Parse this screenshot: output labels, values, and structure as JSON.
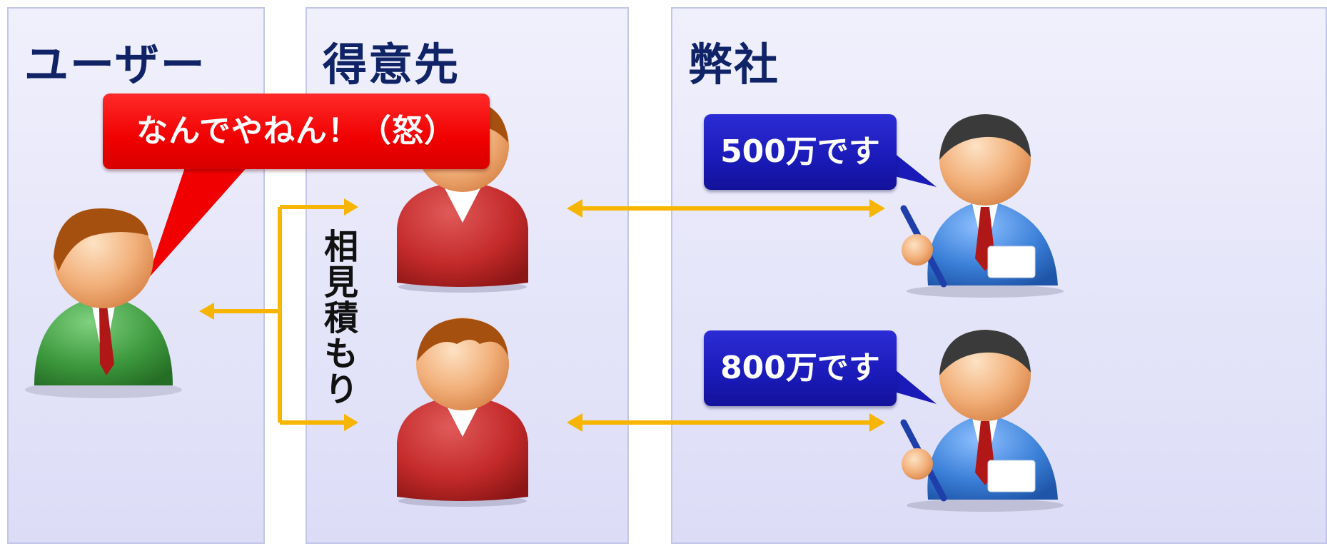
{
  "columns": [
    {
      "title": "ユーザー"
    },
    {
      "title": "得意先"
    },
    {
      "title": "弊社"
    }
  ],
  "user_speech": "なんでやねん！（怒）",
  "quotes": [
    {
      "text": "500万です"
    },
    {
      "text": "800万です"
    }
  ],
  "connector_label": "相見積もり",
  "colors": {
    "panel_border": "#c3c6e8",
    "title": "#0f2366",
    "arrow": "#f7b500",
    "red_callout": "#f00000",
    "blue_callout": "#1a1ab8",
    "user_jacket": "#3e9a3e",
    "client_sweater": "#c42a2a",
    "company_jacket": "#3a7fd8"
  },
  "icons": {
    "user": "green-businessman-icon",
    "client": "red-sweater-person-icon",
    "company": "blue-shirt-salesman-icon"
  }
}
